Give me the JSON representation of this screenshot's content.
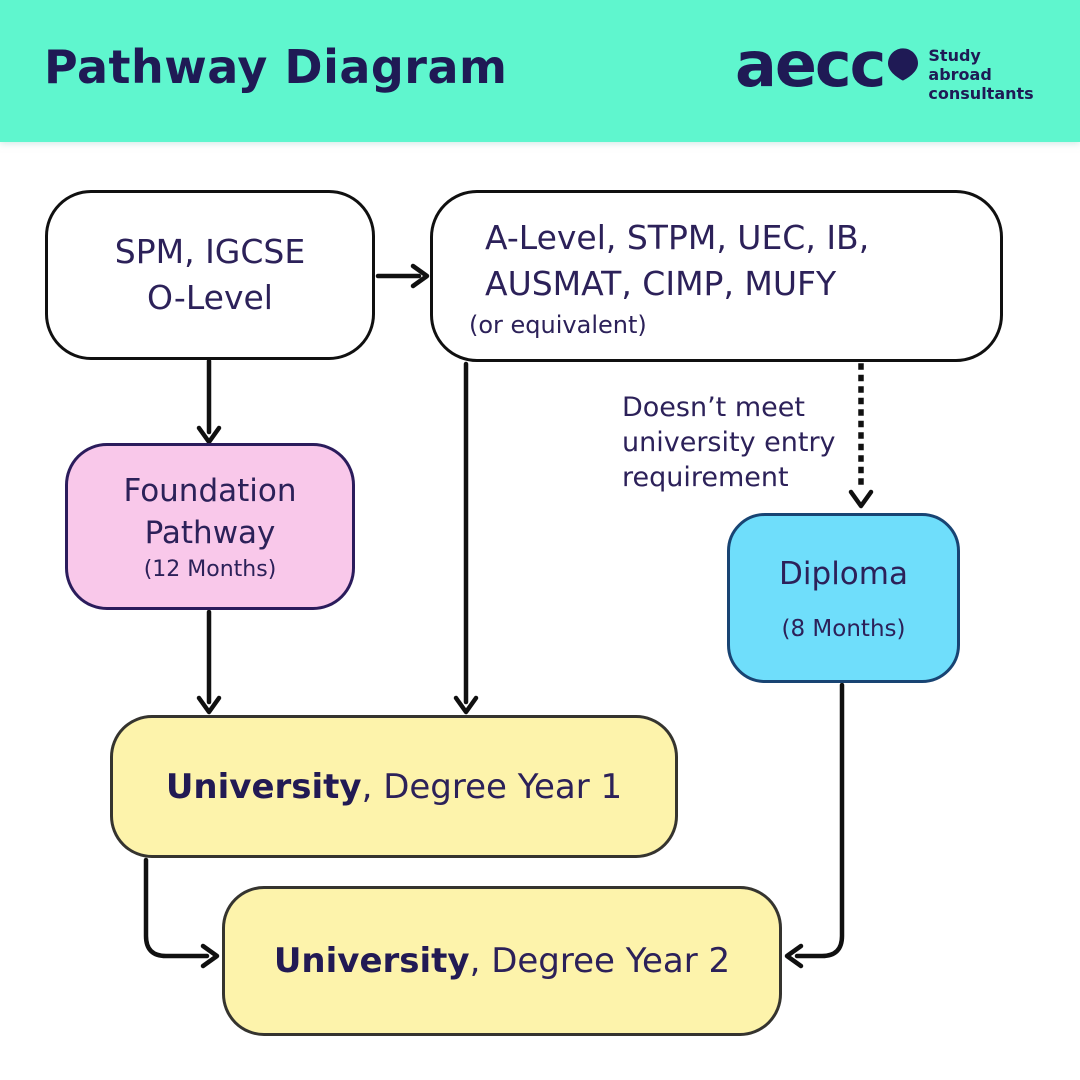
{
  "header": {
    "title": "Pathway Diagram",
    "logo": {
      "brand": "aecc",
      "pin_icon": "location-pin",
      "tagline": [
        "Study",
        "abroad",
        "consultants"
      ]
    }
  },
  "boxes": {
    "spm": {
      "line1": "SPM, IGCSE",
      "line2": "O-Level"
    },
    "alevel": {
      "line1": "A-Level, STPM, UEC, IB,",
      "line2": "AUSMAT, CIMP, MUFY",
      "note": "(or equivalent)"
    },
    "foundation": {
      "line1": "Foundation",
      "line2": "Pathway",
      "note": "(12 Months)"
    },
    "diploma": {
      "title": "Diploma",
      "note": "(8 Months)"
    },
    "year1": {
      "bold": "University",
      "rest": ", Degree Year 1"
    },
    "year2": {
      "bold": "University",
      "rest": ", Degree Year 2"
    }
  },
  "annotation": {
    "line1": "Doesn’t meet",
    "line2": "university entry",
    "line3": "requirement"
  },
  "colors": {
    "header_bg": "#5FF6CE",
    "navy_text": "#1F1A55",
    "box_text": "#2C2159",
    "pink_bg": "#F9C8EA",
    "pink_border": "#2B1C5C",
    "blue_bg": "#6FDEFB",
    "blue_border": "#184473",
    "yellow_bg": "#FDF3AB",
    "yellow_border": "#35342F",
    "white_box_border": "#101010",
    "arrow": "#101010"
  }
}
